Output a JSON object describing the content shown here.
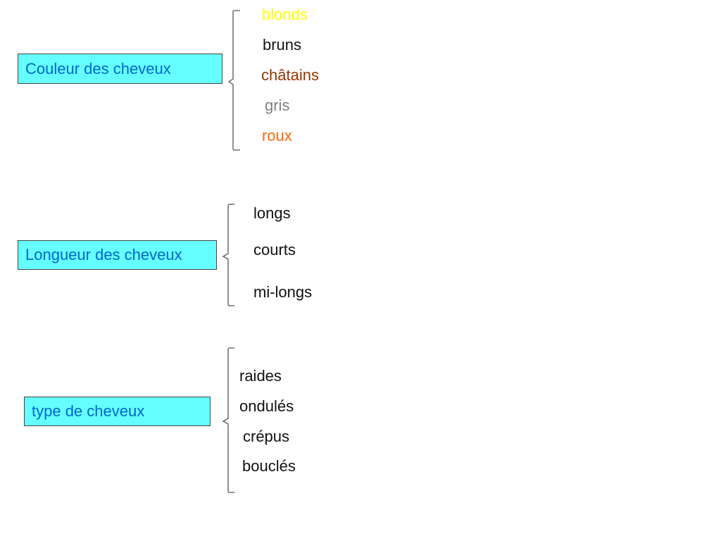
{
  "groups": [
    {
      "category": "Couleur des cheveux",
      "items": [
        {
          "label": "blonds",
          "color": "#ffff00"
        },
        {
          "label": "bruns",
          "color": "#111111"
        },
        {
          "label": "châtains",
          "color": "#993300"
        },
        {
          "label": "gris",
          "color": "#808080"
        },
        {
          "label": "roux",
          "color": "#ff6600"
        }
      ]
    },
    {
      "category": "Longueur des cheveux",
      "items": [
        {
          "label": "longs",
          "color": "#111111"
        },
        {
          "label": "courts",
          "color": "#111111"
        },
        {
          "label": "mi-longs",
          "color": "#111111"
        }
      ]
    },
    {
      "category": "type de cheveux",
      "items": [
        {
          "label": "raides",
          "color": "#111111"
        },
        {
          "label": "ondulés",
          "color": "#111111"
        },
        {
          "label": "crépus",
          "color": "#111111"
        },
        {
          "label": "bouclés",
          "color": "#111111"
        }
      ]
    }
  ],
  "colors": {
    "box_fill": "#66ffff",
    "box_text": "#0066cc",
    "bracket": "#555555"
  }
}
